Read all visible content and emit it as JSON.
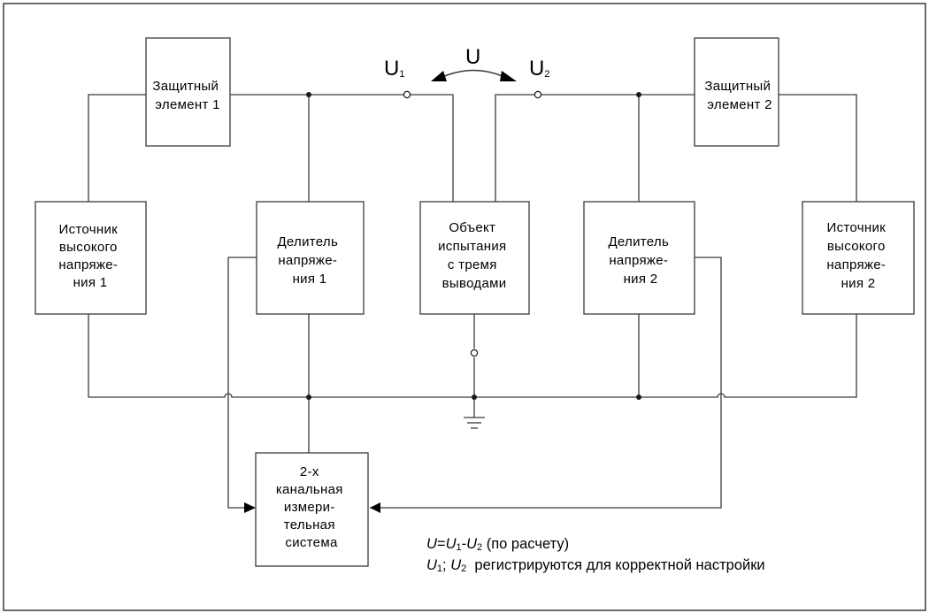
{
  "blocks": {
    "protect1": [
      "Защитный",
      "элемент 1"
    ],
    "protect2": [
      "Защитный",
      "элемент 2"
    ],
    "hv1": [
      "Источник",
      "высокого",
      "напряже-",
      "ния 1"
    ],
    "div1": [
      "Делитель",
      "напряже-",
      "ния 1"
    ],
    "dut": [
      "Объект",
      "испытания",
      "с тремя",
      "выводами"
    ],
    "div2": [
      "Делитель",
      "напряже-",
      "ния 2"
    ],
    "hv2": [
      "Источник",
      "высокого",
      "напряже-",
      "ния 2"
    ],
    "meas": [
      "2-х",
      "канальная",
      "измери-",
      "тельная",
      "система"
    ]
  },
  "symbols": {
    "u1": "U",
    "u1_sub": "1",
    "u2": "U",
    "u2_sub": "2",
    "u": "U"
  },
  "notes": {
    "line1": {
      "u": "U",
      "eq": "=",
      "u1": "U",
      "sub1": "1",
      "minus": "-",
      "u2": "U",
      "sub2": "2",
      "tail": " (по расчету)"
    },
    "line2": {
      "u1": "U",
      "sub1": "1",
      "sep": "; ",
      "u2": "U",
      "sub2": "2",
      "tail": "  регистрируются для корректной настройки"
    }
  }
}
